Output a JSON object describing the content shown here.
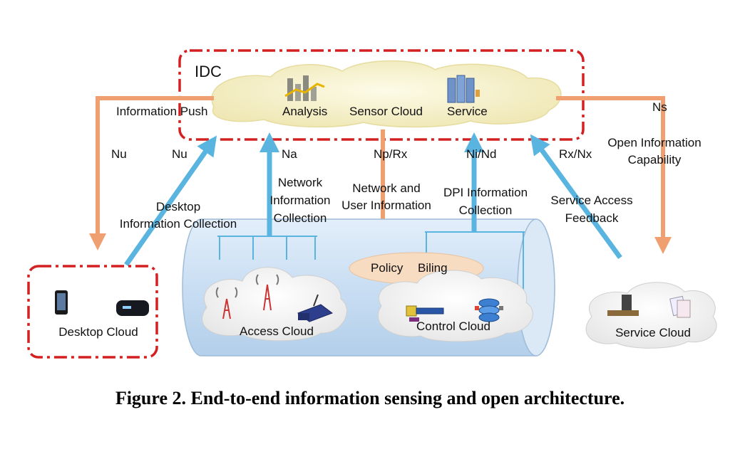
{
  "idc": {
    "title": "IDC",
    "analysis": "Analysis",
    "sensor_cloud": "Sensor Cloud",
    "service": "Service"
  },
  "labels": {
    "information_push": "Information Push",
    "ns": "Ns",
    "open_info_1": "Open Information",
    "open_info_2": "Capability",
    "nu_left": "Nu",
    "nu_right": "Nu",
    "na": "Na",
    "np_rx": "Np/Rx",
    "ni_nd": "Ni/Nd",
    "rx_nx": "Rx/Nx",
    "desktop_info_1": "Desktop",
    "desktop_info_2": "Information Collection",
    "network_info_1": "Network",
    "network_info_2": "Information",
    "network_info_3": "Collection",
    "net_user_1": "Network and",
    "net_user_2": "User Information",
    "dpi_1": "DPI Information",
    "dpi_2": "Collection",
    "svc_feedback_1": "Service Access",
    "svc_feedback_2": "Feedback"
  },
  "clouds": {
    "desktop": "Desktop Cloud",
    "access": "Access Cloud",
    "control": "Control Cloud",
    "service": "Service Cloud",
    "policy": "Policy",
    "biling": "Biling"
  },
  "caption": "Figure 2. End-to-end information sensing and open architecture.",
  "colors": {
    "red_dash": "#d42020",
    "orange_arrow": "#f0a070",
    "blue_arrow": "#5ab4e0",
    "cloud_fill": "#f6f1c6",
    "pipe_fill": "#cfe4f6"
  }
}
